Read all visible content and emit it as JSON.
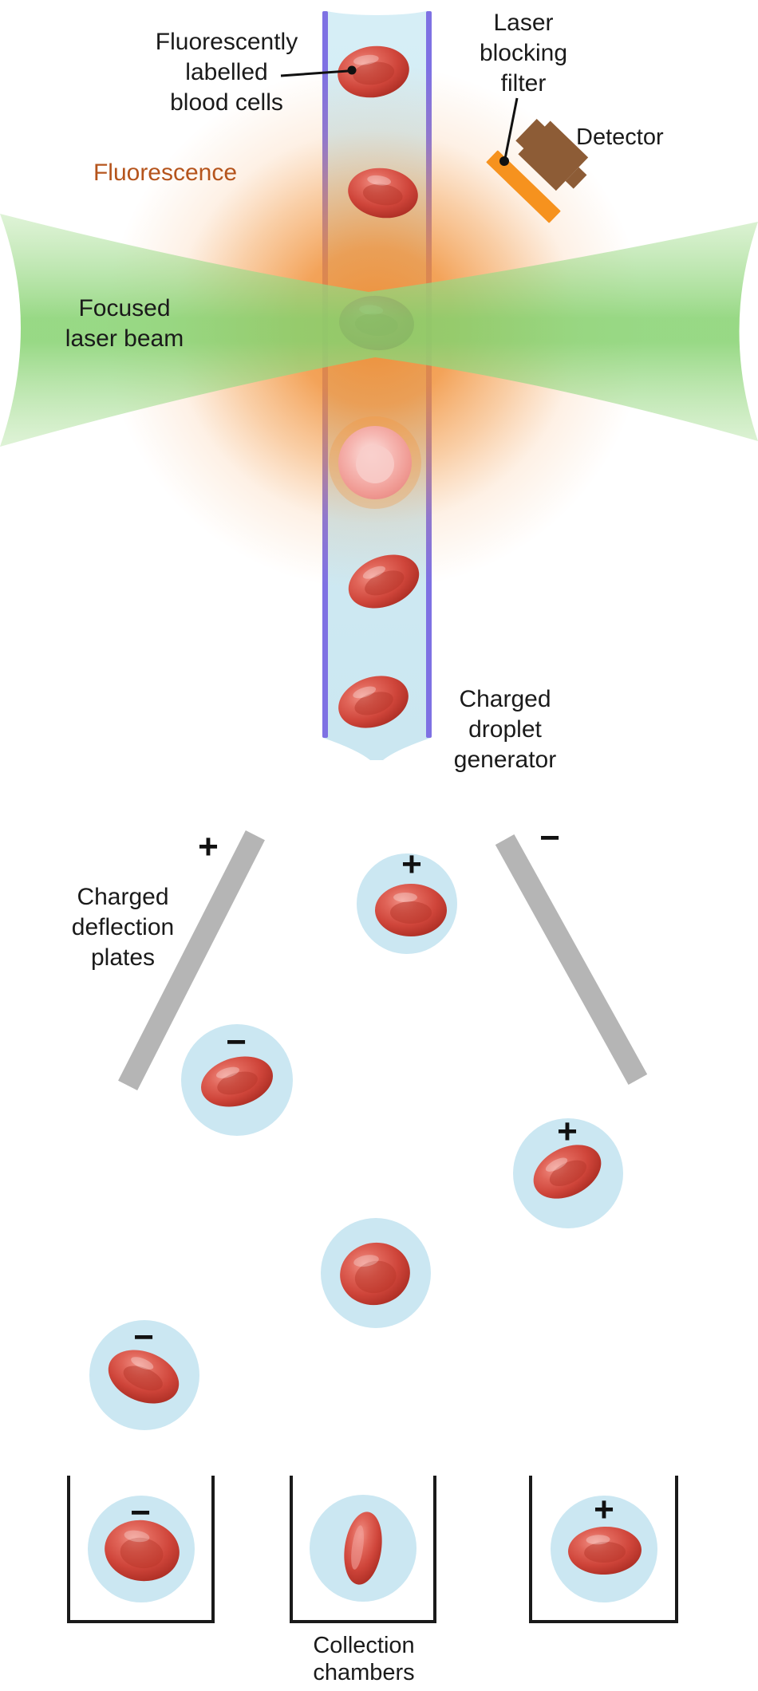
{
  "labels": {
    "fluorescent_cells": "Fluorescently\nlabelled\nblood cells",
    "fluorescence": "Fluorescence",
    "laser_blocking_filter": "Laser\nblocking\nfilter",
    "detector": "Detector",
    "focused_laser_beam": "Focused\nlaser beam",
    "charged_droplet_generator": "Charged\ndroplet\ngenerator",
    "charged_deflection_plates": "Charged\ndeflection\nplates",
    "collection_chambers": "Collection\nchambers"
  },
  "deflection_plates": {
    "left_sign": "+",
    "right_sign": "−"
  },
  "falling_droplets": [
    {
      "sign": "+"
    },
    {
      "sign": "−"
    },
    {
      "sign": "+"
    },
    {
      "sign": ""
    },
    {
      "sign": "−"
    }
  ],
  "collection_chambers": [
    {
      "sign": "−"
    },
    {
      "sign": ""
    },
    {
      "sign": "+"
    }
  ],
  "colors": {
    "fluorescence_label": "#b5541c",
    "glow_orange": "#f18c2d",
    "laser_green": "#7ccd65",
    "tube_fluid": "#cfe9f2",
    "tube_border": "#7e71e3",
    "cell_red": "#cf4a41",
    "cell_pink": "#ee8e88",
    "droplet_blue": "#cbe7f2",
    "plate_gray": "#b5b5b5",
    "filter_orange": "#f6921e",
    "detector_brown": "#8d5c36",
    "chamber_outline": "#1a1a1a",
    "label_black": "#1a1a1a"
  }
}
